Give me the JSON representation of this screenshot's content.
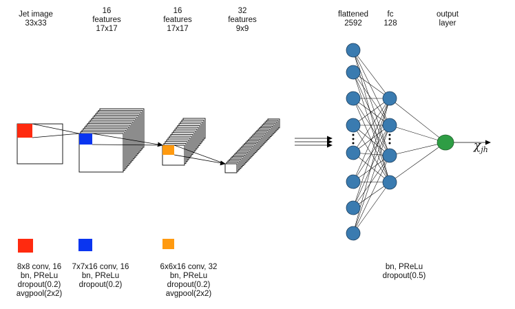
{
  "colors": {
    "filter_1": "#ff2a0f",
    "filter_2": "#0a35f0",
    "filter_3": "#ff9a10",
    "neuron": "#3a7bb0",
    "output_neuron": "#2e9d44"
  },
  "columns": [
    {
      "lines": [
        "Jet image",
        "33x33"
      ]
    },
    {
      "lines": [
        "16",
        "features",
        "17x17"
      ]
    },
    {
      "lines": [
        "16",
        "features",
        "17x17"
      ]
    },
    {
      "lines": [
        "32",
        "features",
        "9x9"
      ]
    },
    {
      "lines": [
        "flattened",
        "2592"
      ]
    },
    {
      "lines": [
        "fc",
        "128"
      ]
    },
    {
      "lines": [
        "output",
        "layer"
      ]
    }
  ],
  "legend": [
    {
      "color_key": "filter_1",
      "lines": [
        "8x8 conv, 16",
        "bn, PReLu",
        "dropout(0.2)",
        "avgpool(2x2)"
      ]
    },
    {
      "color_key": "filter_2",
      "lines": [
        "7x7x16 conv, 16",
        "bn, PReLu",
        "dropout(0.2)"
      ]
    },
    {
      "color_key": "filter_3",
      "lines": [
        "6x6x16 conv, 32",
        "bn, PReLu",
        "dropout(0.2)",
        "avgpool(2x2)"
      ]
    }
  ],
  "dense_note": {
    "lines": [
      "bn, PReLu",
      "dropout(0.5)"
    ]
  },
  "output_symbol": {
    "base": "χ",
    "subscript": "jh"
  }
}
